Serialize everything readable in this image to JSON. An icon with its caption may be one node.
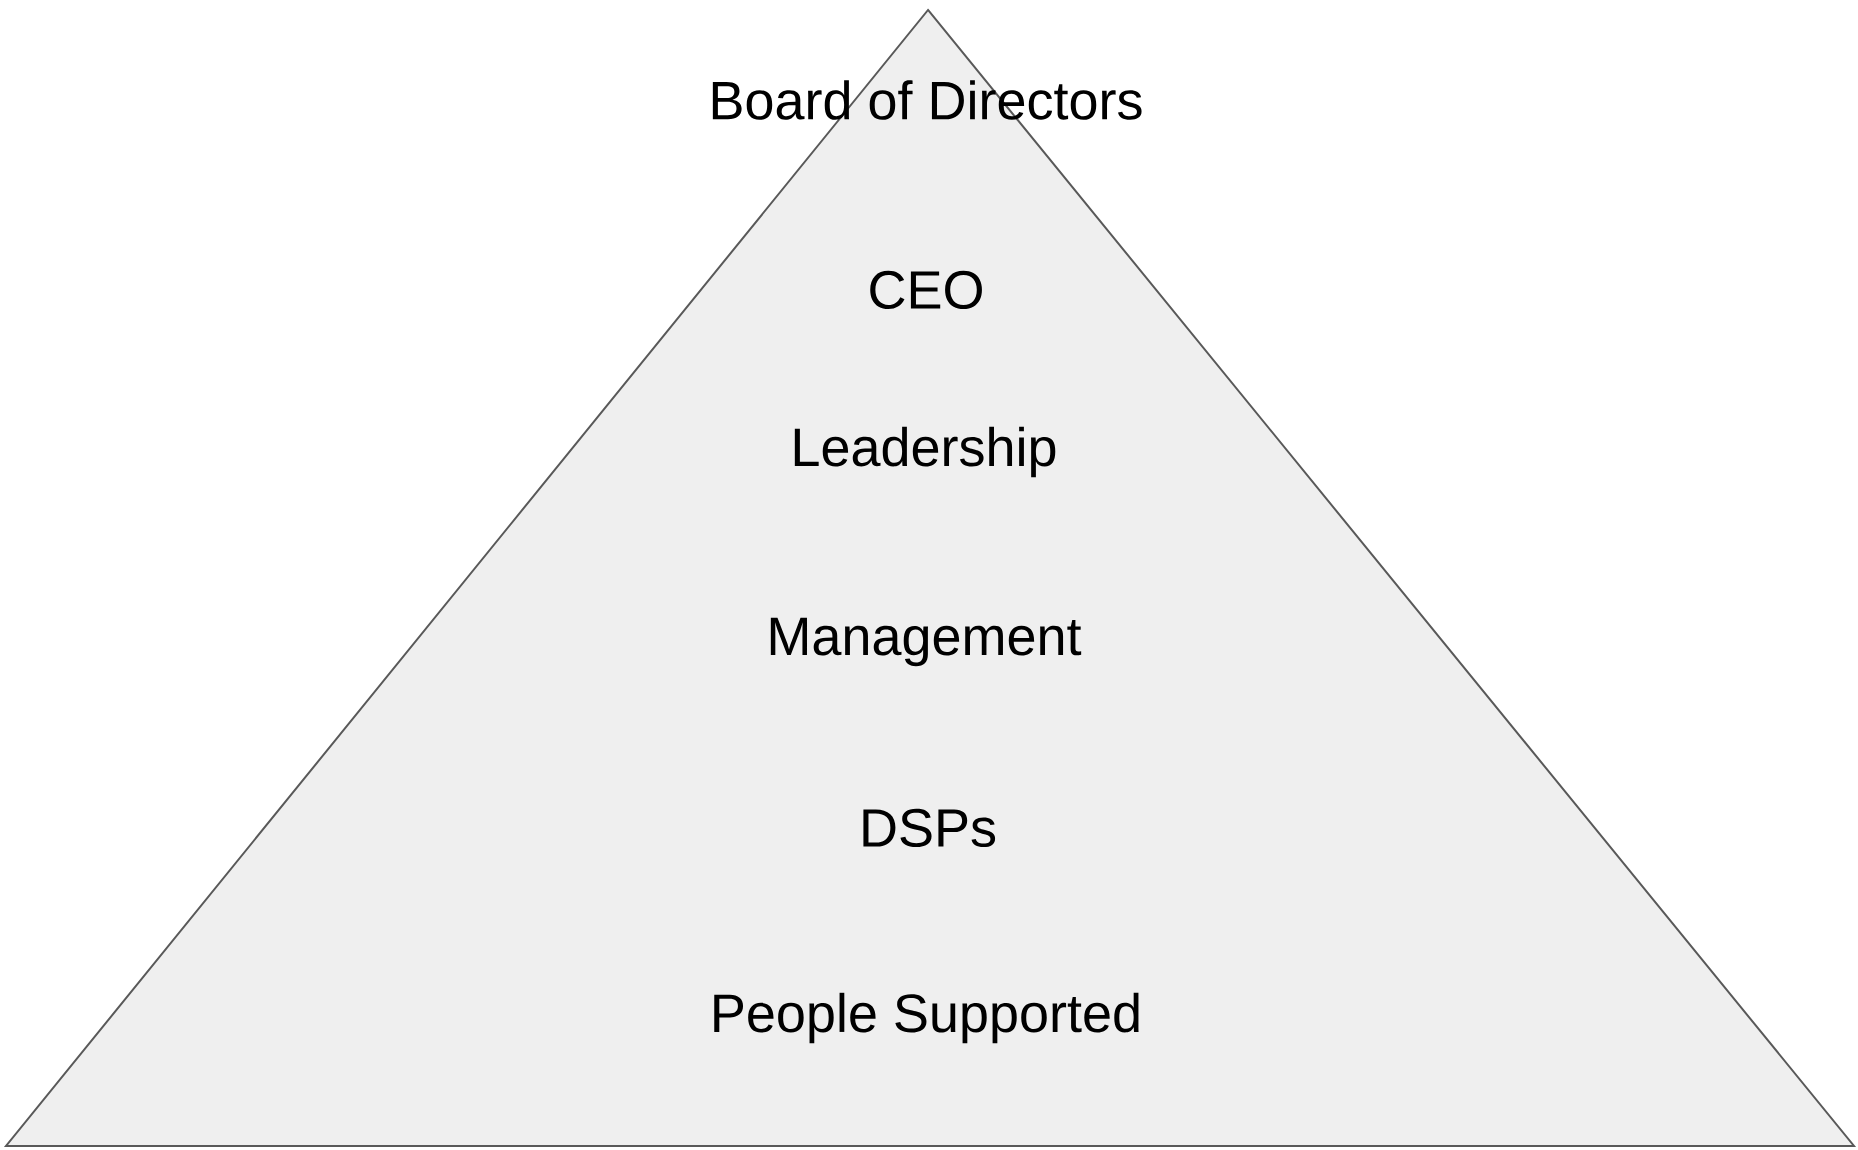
{
  "diagram": {
    "nodes": [
      {
        "text": [
          "Board of Directors",
          "CEO",
          "Leadership",
          "Management",
          "DSPs",
          "People Supported"
        ]
      }
    ]
  }
}
